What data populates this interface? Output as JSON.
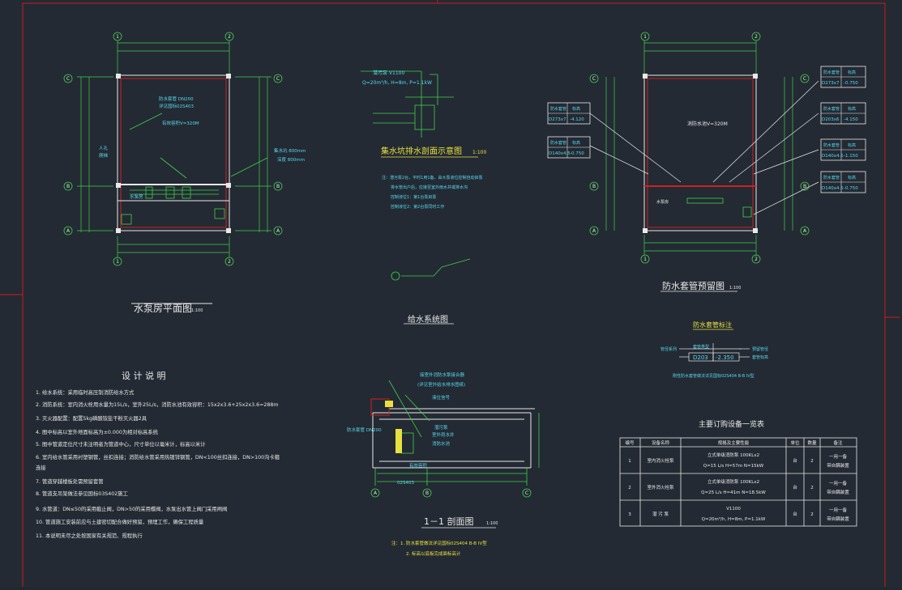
{
  "colors": {
    "background": "#232a33",
    "frame": "#d01a1a",
    "text": "#e8e8e8",
    "green": "#3fd04a",
    "cyan": "#58d8f0",
    "yellow": "#e8e040"
  },
  "plan1": {
    "title": "水泵房平面图",
    "scale": "1:100",
    "labels": {
      "pipe": "防水套管 DN200",
      "pipe2": "详见国标02S403",
      "vol": "有效容积V=320M",
      "pump_area": "水泵房",
      "entry": "人孔",
      "ladder": "爬梯",
      "note1": "集水坑 800mm",
      "note2": "深度 800mm"
    }
  },
  "section_pit": {
    "title": "集水坑排水剖面示意图",
    "scale": "1:100",
    "model": "潜污泵 V1100",
    "spec": "Q=20m³/h, H=8m, P=1.1kW",
    "notes": [
      "注：潜污泵2台，平时1用1备，由大泵液位控制自动启泵",
      "排水管出户后，应接至室外雨水井或排水沟",
      "控制液位1：第1台泵启泵",
      "控制液位2：第2台泵同时工作"
    ]
  },
  "plan2": {
    "title": "防水套管预留图",
    "scale": "1:100",
    "vol": "消防水池V=320M",
    "pump_area": "水泵房",
    "tags_left": [
      {
        "a": "防水套管",
        "b": "标高",
        "c": "D273x7",
        "d": "-4.120"
      },
      {
        "a": "防水套管",
        "b": "标高",
        "c": "D140x4.5",
        "d": "-0.750"
      }
    ],
    "tags_right": [
      {
        "a": "防水套管",
        "b": "标高",
        "c": "D273x7",
        "d": "-0.750"
      },
      {
        "a": "防水套管",
        "b": "标高",
        "c": "D203x6",
        "d": "-4.150"
      },
      {
        "a": "防水套管",
        "b": "标高",
        "c": "D140x4.5",
        "d": "-1.150"
      },
      {
        "a": "防水套管",
        "b": "标高",
        "c": "D140x4.5",
        "d": "-0.750"
      }
    ]
  },
  "legend": {
    "title": "防水套管标注",
    "r1a": "管径系列",
    "r1b": "套管类型",
    "r1c": "预留管径",
    "code": "D203",
    "elev": "-2.350",
    "r2c": "套管标高",
    "note": "刚性防水套管做法详见国标02S404 B-B IV型"
  },
  "sys": {
    "title": "给水系统图"
  },
  "design": {
    "title": "设 计 说 明",
    "items": [
      "1.  给水系统：采用临时高压制消防给水方式",
      "2.  消防系统：室内消火栓用水量为15L/s，室外25L/s，消防水池有效容积：15x2x3.6+25x2x3.6=288m",
      "3.  灭火器配置：配置5kg磷酸铵盐干粉灭火器2具",
      "4.  图中标高以室外地面标高为±0.000为相对标高系统",
      "5.  图中管道定位尺寸未注明者为管道中心，尺寸单位以毫米计，标高以米计",
      "6.  室内给水管采用衬塑钢管，丝扣连接；消防给水管采用热镀锌钢管，DN<100丝扣连接，DN>100沟卡箍",
      "    连接",
      "7.  管道穿越楼板处需预留套管",
      "8.  管道支吊架做法参见国标03S402施工",
      "9.  水管道：DN≤50的采用截止阀，DN>50的采用蝶阀，水泵出水管上阀门采用闸阀",
      "10.  管道施工安装前应与土建密切配合做好预留，预埋工作，确保工程质量",
      "11.  本说明未尽之处按国家有关规范、规程执行"
    ]
  },
  "section11": {
    "title": "1－1 剖面图",
    "scale": "1:100",
    "labels": [
      "接室外消防水泵接合器",
      "(详见室外给水排水图纸)",
      "液位信号",
      "潜污泵",
      "室外雨水井",
      "消防水池",
      "有效容积"
    ],
    "pipe": "防水套管 DN200",
    "std": "02S403",
    "notes": [
      "注：1. 防水套管做法详见国标02S404 B-B IV型",
      "2. 标高以底板完成面标高计"
    ]
  },
  "table": {
    "title": "主要订购设备一览表",
    "headers": [
      "编号",
      "设备名称",
      "规格及主要性能",
      "单位",
      "数量",
      "备注"
    ],
    "rows": [
      {
        "no": "1",
        "name": "室内消火栓泵",
        "spec1": "立式单级消防泵  100KLx2",
        "spec2": "Q=15 L/s  H=57m  N=15kW",
        "unit": "台",
        "qty": "2",
        "note1": "一用一备",
        "note2": "带自耦装置"
      },
      {
        "no": "2",
        "name": "室外消火栓泵",
        "spec1": "立式单级消防泵  100KLx2",
        "spec2": "Q=25 L/s  H=41m  N=18.5kW",
        "unit": "台",
        "qty": "2",
        "note1": "一用一备",
        "note2": "带自耦装置"
      },
      {
        "no": "3",
        "name": "潜 污 泵",
        "spec1": "V1100",
        "spec2": "Q=20m³/h, H=8m, P=1.1kW",
        "unit": "台",
        "qty": "2",
        "note1": "一用一备",
        "note2": "带自耦装置"
      }
    ]
  }
}
